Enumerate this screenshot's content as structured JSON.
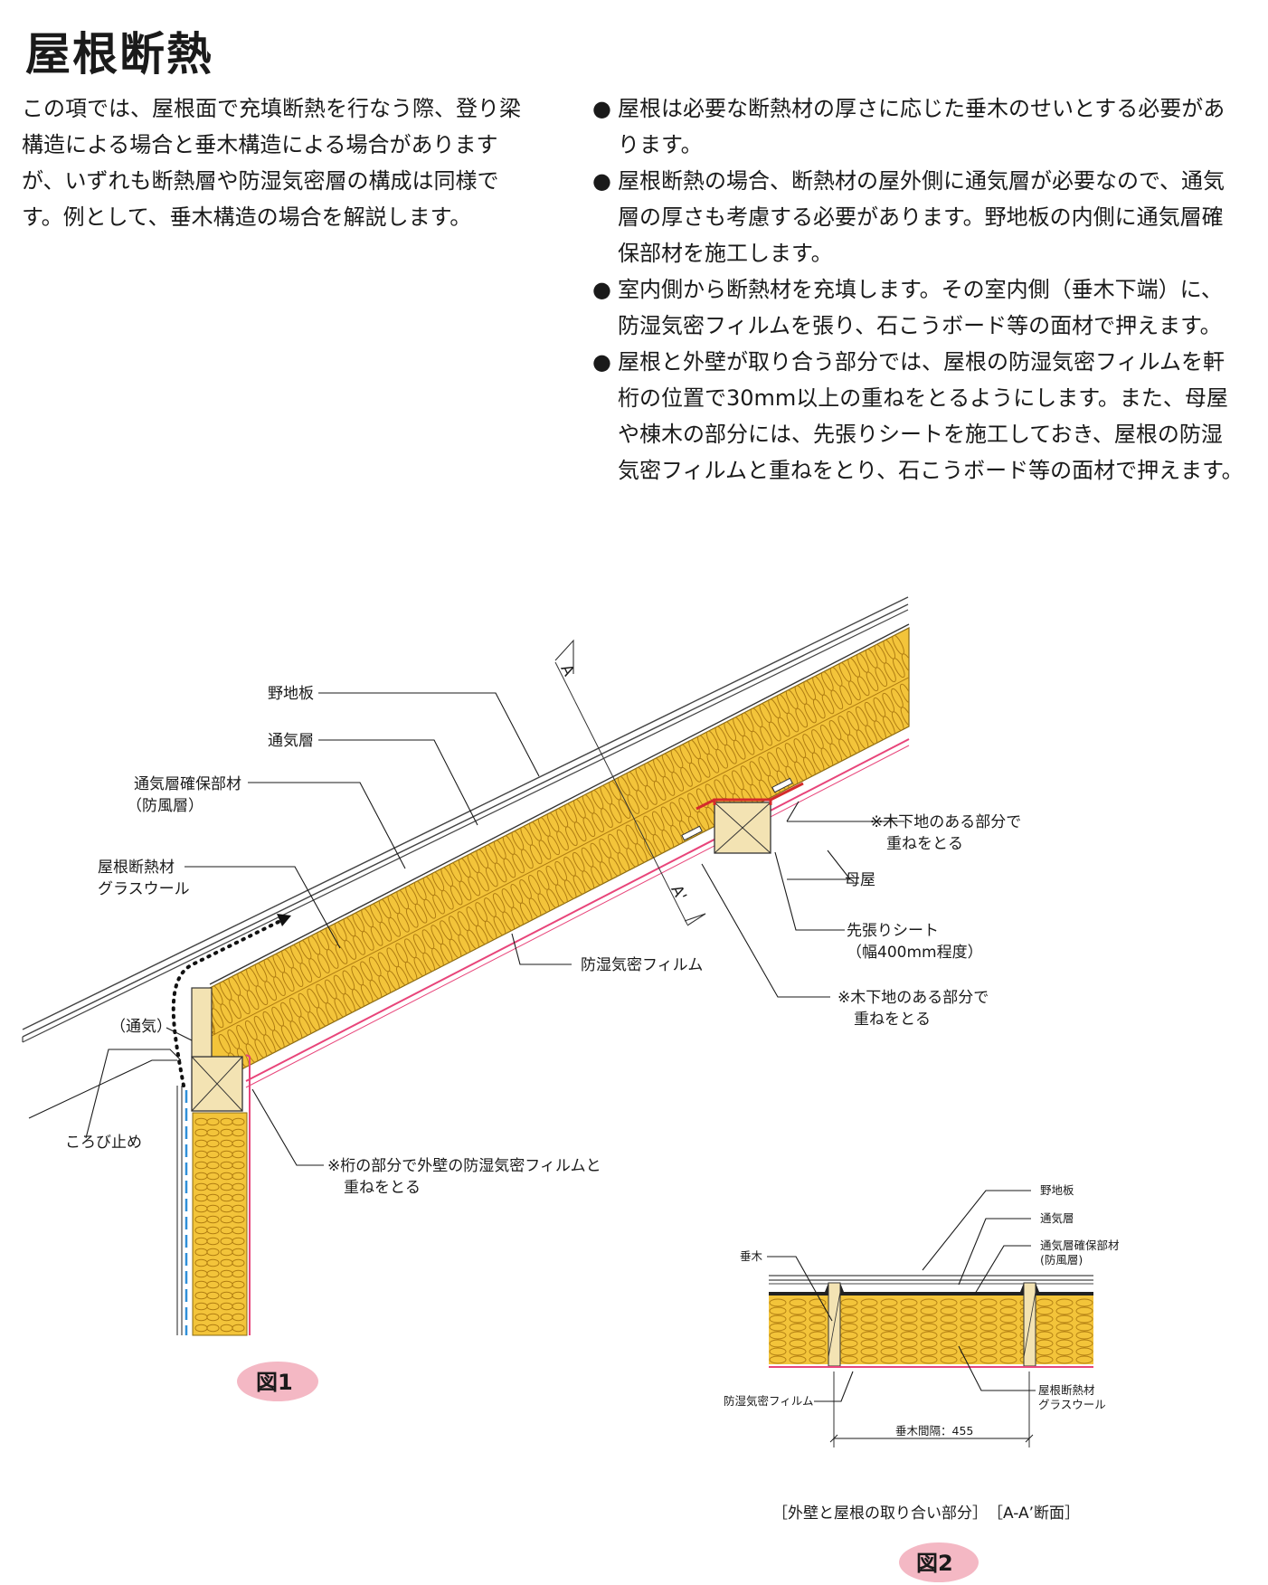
{
  "title": "屋根断熱",
  "intro": "この項では、屋根面で充填断熱を行なう際、登り梁構造による場合と垂木構造による場合がありますが、いずれも断熱層や防湿気密層の構成は同様です。例として、垂木構造の場合を解説します。",
  "bullets": [
    "屋根は必要な断熱材の厚さに応じた垂木のせいとする必要があります。",
    "屋根断熱の場合、断熱材の屋外側に通気層が必要なので、通気層の厚さも考慮する必要があります。野地板の内側に通気層確保部材を施工します。",
    "室内側から断熱材を充填します。その室内側（垂木下端）に、防湿気密フィルムを張り、石こうボード等の面材で押えます。",
    "屋根と外壁が取り合う部分では、屋根の防湿気密フィルムを軒桁の位置で30mm以上の重ねをとるようにします。また、母屋や棟木の部分には、先張りシートを施工しておき、屋根の防湿気密フィルムと重ねをとり、石こうボード等の面材で押えます。"
  ],
  "fig1": {
    "badge": "図1",
    "labels": {
      "nojiita": "野地板",
      "tsukiso": "通気層",
      "kakuho_1": "通気層確保部材",
      "kakuho_2": "（防風層）",
      "dannetsu_1": "屋根断熱材",
      "dannetsu_2": "グラスウール",
      "tsuki_paren": "（通気）",
      "korobi": "ころび止め",
      "note_top_1": "※木下地のある部分で",
      "note_top_2": "重ねをとる",
      "moya": "母屋",
      "sakibari_1": "先張りシート",
      "sakibari_2": "（幅400mm程度）",
      "boshitsu": "防湿気密フィルム",
      "note_mid_1": "※木下地のある部分で",
      "note_mid_2": "重ねをとる",
      "note_keta_1": "※桁の部分で外壁の防湿気密フィルムと",
      "note_keta_2": "重ねをとる",
      "section_a": "A",
      "section_a2": "A'"
    }
  },
  "fig2": {
    "badge": "図2",
    "labels": {
      "nojiita": "野地板",
      "tsukiso": "通気層",
      "kakuho_1": "通気層確保部材",
      "kakuho_2": "(防風層)",
      "taruki": "垂木",
      "boshitsu": "防湿気密フィルム",
      "dannetsu_1": "屋根断熱材",
      "dannetsu_2": "グラスウール",
      "spacing": "垂木間隔：455"
    }
  },
  "caption": "［外壁と屋根の取り合い部分］　［A-A’断面］",
  "colors": {
    "insulation": "#f3c43a",
    "insulation_line": "#b07d12",
    "wood": "#f3e3b3",
    "film": "#e8457a",
    "sheet_red": "#d42b2b",
    "badge_fill": "#f4b8c4",
    "blue_sheet": "#2f8fd8"
  }
}
